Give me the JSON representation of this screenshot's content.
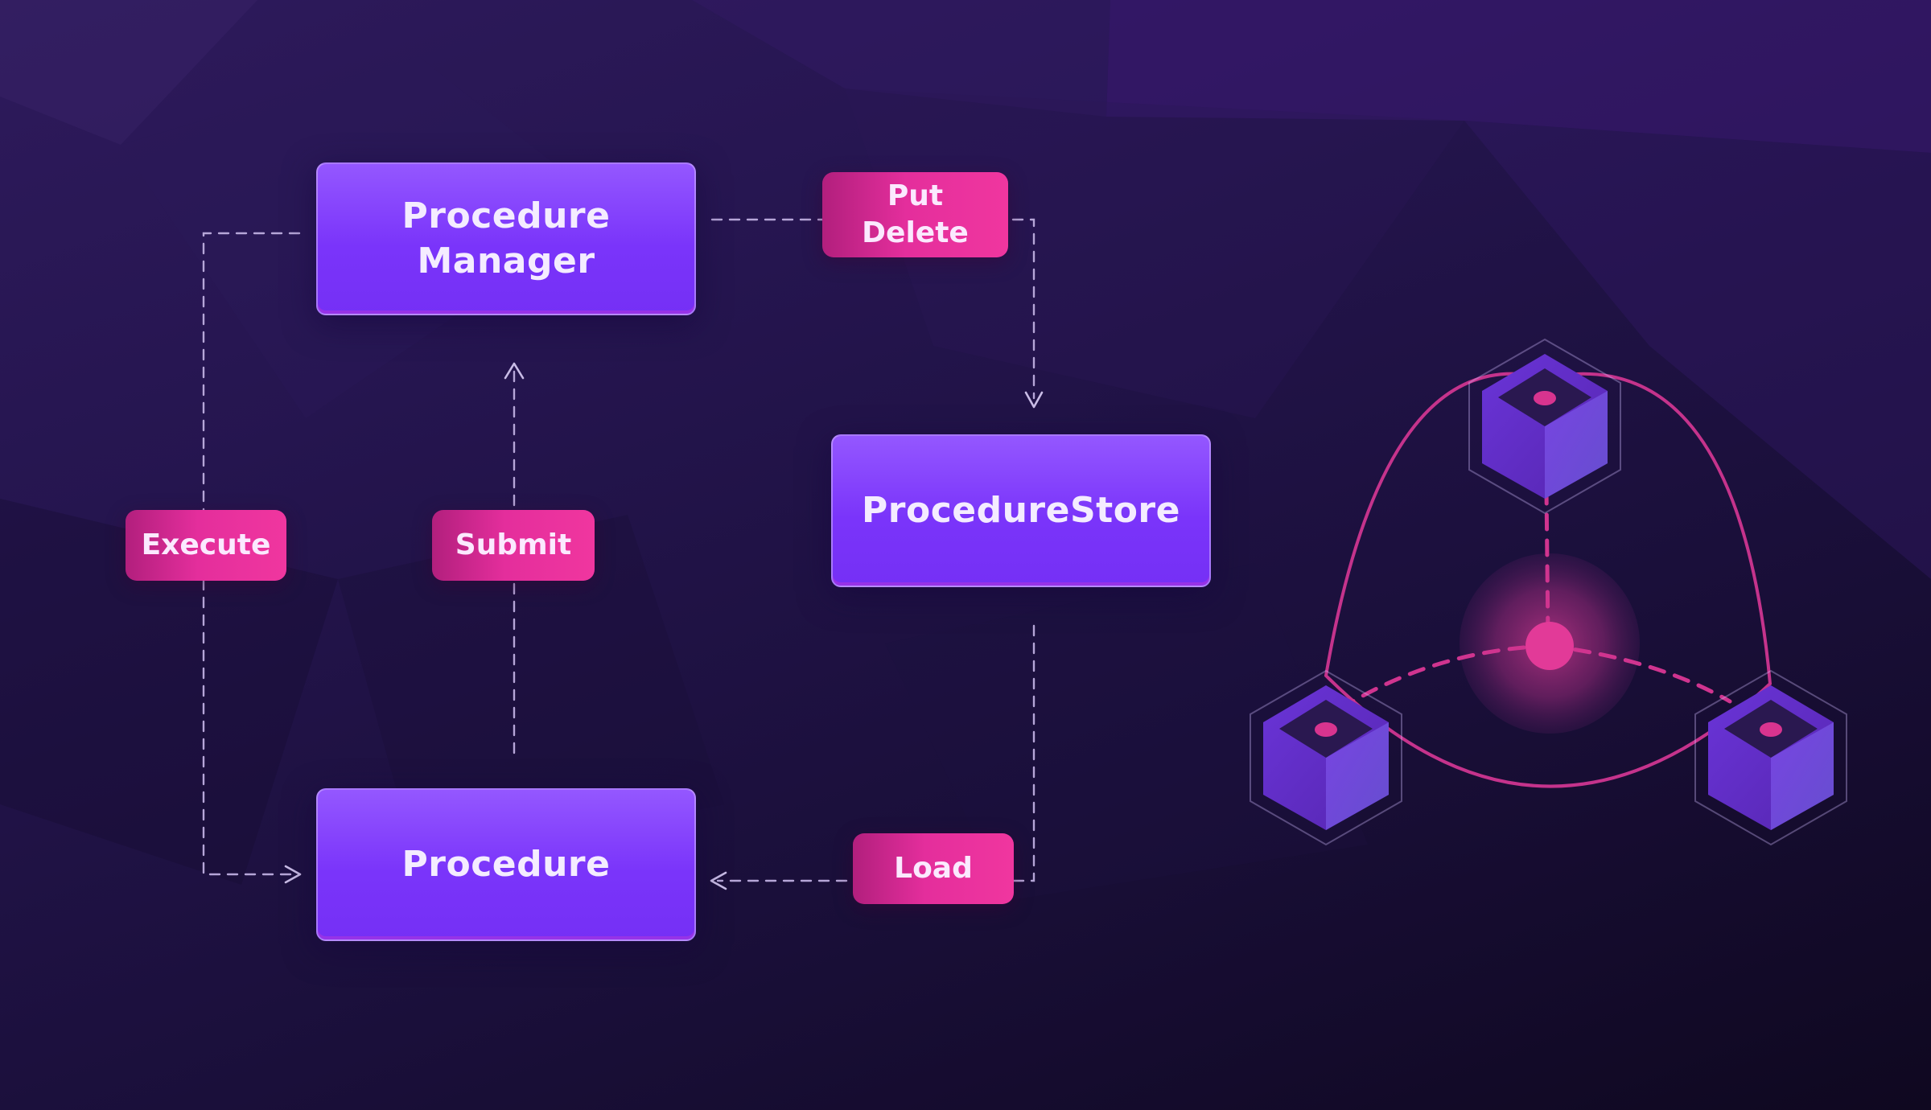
{
  "diagram": {
    "nodes": {
      "procedure_manager": {
        "line1": "Procedure",
        "line2": "Manager"
      },
      "procedure_store": {
        "label": "ProcedureStore"
      },
      "procedure": {
        "label": "Procedure"
      }
    },
    "edge_labels": {
      "put_delete": {
        "line1": "Put",
        "line2": "Delete"
      },
      "execute": "Execute",
      "submit": "Submit",
      "load": "Load"
    }
  },
  "colors": {
    "background_top": "#2e1a5c",
    "background_bottom": "#0f0820",
    "node_purple": "#7a34fa",
    "tag_pink": "#e42e9c",
    "connector": "#b6a6d8",
    "network_magenta": "#d0348f"
  }
}
